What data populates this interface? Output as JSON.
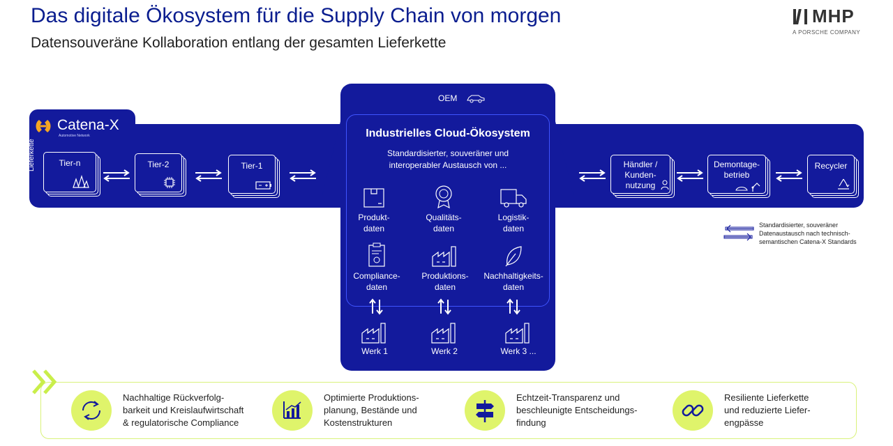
{
  "header": {
    "title": "Das digitale Ökosystem für die Supply Chain von morgen",
    "subtitle": "Datensouveräne Kollaboration entlang der gesamten Lieferkette"
  },
  "brand": {
    "mark": "MHP",
    "tagline": "A PORSCHE COMPANY"
  },
  "catena": {
    "name": "Catena-X",
    "tagline": "Automotive Network",
    "side_label": "Lieferkette"
  },
  "supply_chain_left": [
    {
      "label": "Tier-n",
      "icon": "crystal-icon"
    },
    {
      "label": "Tier-2",
      "icon": "chip-icon"
    },
    {
      "label": "Tier-1",
      "icon": "battery-icon"
    }
  ],
  "supply_chain_right": [
    {
      "label": "Händler /\nKunden-\nnutzung",
      "icon": "person-icon"
    },
    {
      "label": "Demontage-\nbetrieb",
      "icon": "robot-arm-icon"
    },
    {
      "label": "Recycler",
      "icon": "recycle-icon"
    }
  ],
  "oem": {
    "label": "OEM",
    "title": "Industrielles Cloud-Ökosystem",
    "subtitle": "Standardisierter, souveräner und\ninteroperabler Austausch von ...",
    "data_types": [
      {
        "label": "Produkt-\ndaten",
        "icon": "box-icon"
      },
      {
        "label": "Qualitäts-\ndaten",
        "icon": "badge-icon"
      },
      {
        "label": "Logistik-\ndaten",
        "icon": "truck-icon"
      },
      {
        "label": "Compliance-\ndaten",
        "icon": "certificate-icon"
      },
      {
        "label": "Produktions-\ndaten",
        "icon": "factory-icon"
      },
      {
        "label": "Nachhaltigkeits-\ndaten",
        "icon": "leaf-icon"
      }
    ],
    "plants": [
      {
        "label": "Werk 1"
      },
      {
        "label": "Werk 2"
      },
      {
        "label": "Werk 3 ..."
      }
    ]
  },
  "legend": {
    "text": "Standardisierter, souveräner\nDatenaustausch nach technisch-\nsemantischen Catena-X Standards"
  },
  "benefits": [
    {
      "text": "Nachhaltige Rückverfolg-\nbarkeit und Kreislaufwirtschaft\n& regulatorische Compliance",
      "icon": "cycle-icon"
    },
    {
      "text": "Optimierte Produktions-\nplanung, Bestände und\nKostenstrukturen",
      "icon": "chart-icon"
    },
    {
      "text": "Echtzeit-Transparenz und\nbeschleunigte Entscheidungs-\nfindung",
      "icon": "signpost-icon"
    },
    {
      "text": "Resiliente Lieferkette\nund reduzierte Liefer-\nengpässe",
      "icon": "chain-icon"
    }
  ],
  "colors": {
    "navy": "#131a9c",
    "title_blue": "#0a1d8f",
    "lime": "#dff46b",
    "inner_border": "#3f54ff"
  }
}
